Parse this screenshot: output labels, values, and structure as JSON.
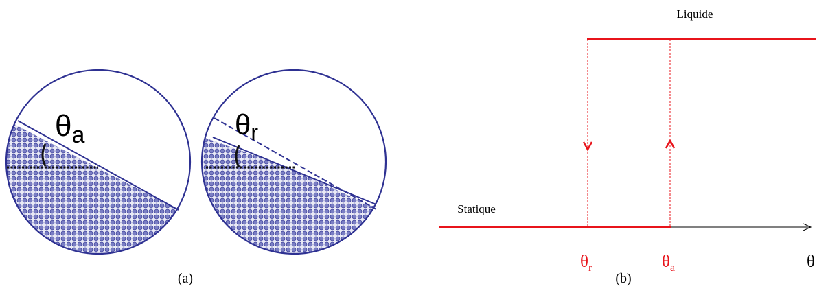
{
  "panel_a": {
    "caption": "(a)",
    "left_angle": {
      "symbol": "θ",
      "subscript": "a"
    },
    "right_angle": {
      "symbol": "θ",
      "subscript": "r"
    }
  },
  "panel_b": {
    "caption": "(b)",
    "label_top": "Liquide",
    "label_bottom": "Statique",
    "tick_r": {
      "symbol": "θ",
      "subscript": "r"
    },
    "tick_a": {
      "symbol": "θ",
      "subscript": "a"
    },
    "axis_label": "θ"
  },
  "colors": {
    "circle": "#2e3192",
    "grain": "#7b7fc4",
    "grain_dark": "#3a3d9a",
    "hysteresis": "#e8141b",
    "axis": "#000000"
  }
}
